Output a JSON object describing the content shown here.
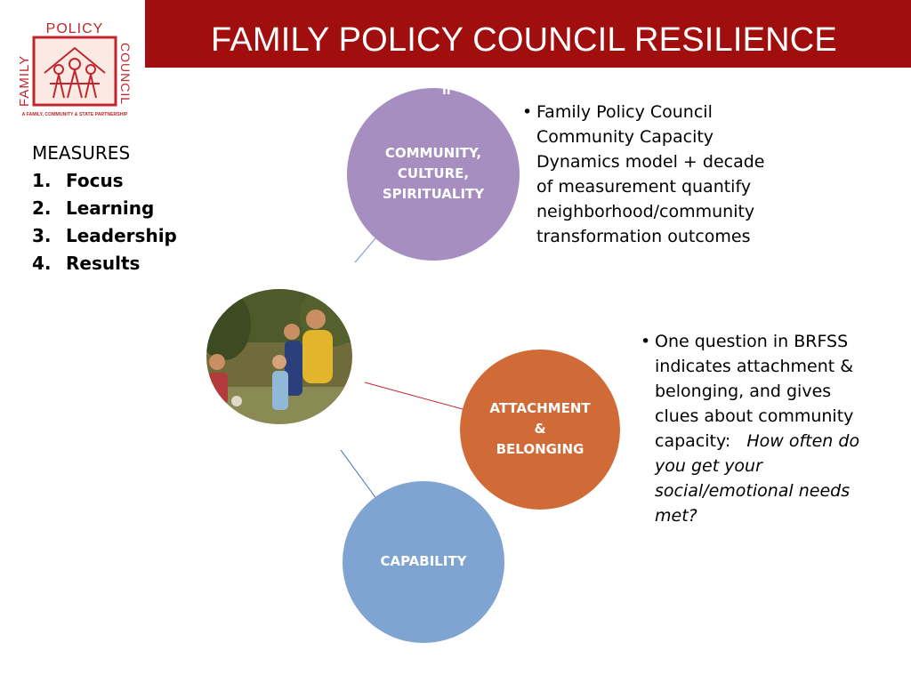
{
  "header": {
    "title": "FAMILY POLICY COUNCIL RESILIENCE"
  },
  "logo": {
    "top_text": "POLICY",
    "left_text": "FAMILY",
    "right_text": "COUNCIL",
    "bottom_text": "A FAMILY, COMMUNITY & STATE PARTNERSHIP",
    "border_color": "#c0272d"
  },
  "measures": {
    "heading": "MEASURES",
    "items": [
      {
        "num": "1.",
        "label": "Focus"
      },
      {
        "num": "2.",
        "label": "Learning"
      },
      {
        "num": "3.",
        "label": "Leadership"
      },
      {
        "num": "4.",
        "label": "Results"
      }
    ]
  },
  "circles": {
    "community": {
      "line1": "COMMUNITY,",
      "line2": "CULTURE,",
      "line3": "SPIRITUALITY",
      "color": "#a68fc0"
    },
    "attachment": {
      "line1": "ATTACHMENT",
      "line2": "&",
      "line3": "BELONGING",
      "color": "#d06a37"
    },
    "capability": {
      "line1": "CAPABILITY",
      "color": "#7fa4d2"
    }
  },
  "bullets": {
    "top": {
      "lines": [
        "Family Policy Council",
        "Community Capacity",
        "Dynamics model + decade",
        "of measurement quantify",
        "neighborhood/community",
        "transformation outcomes"
      ]
    },
    "middle": {
      "lines": [
        "One question in BRFSS",
        "indicates attachment &",
        "belonging, and gives",
        "clues about community"
      ],
      "last_plain": "capacity:",
      "question_line1": "How often do",
      "question_lines": [
        "you get your",
        "social/emotional needs",
        "met?"
      ]
    }
  }
}
